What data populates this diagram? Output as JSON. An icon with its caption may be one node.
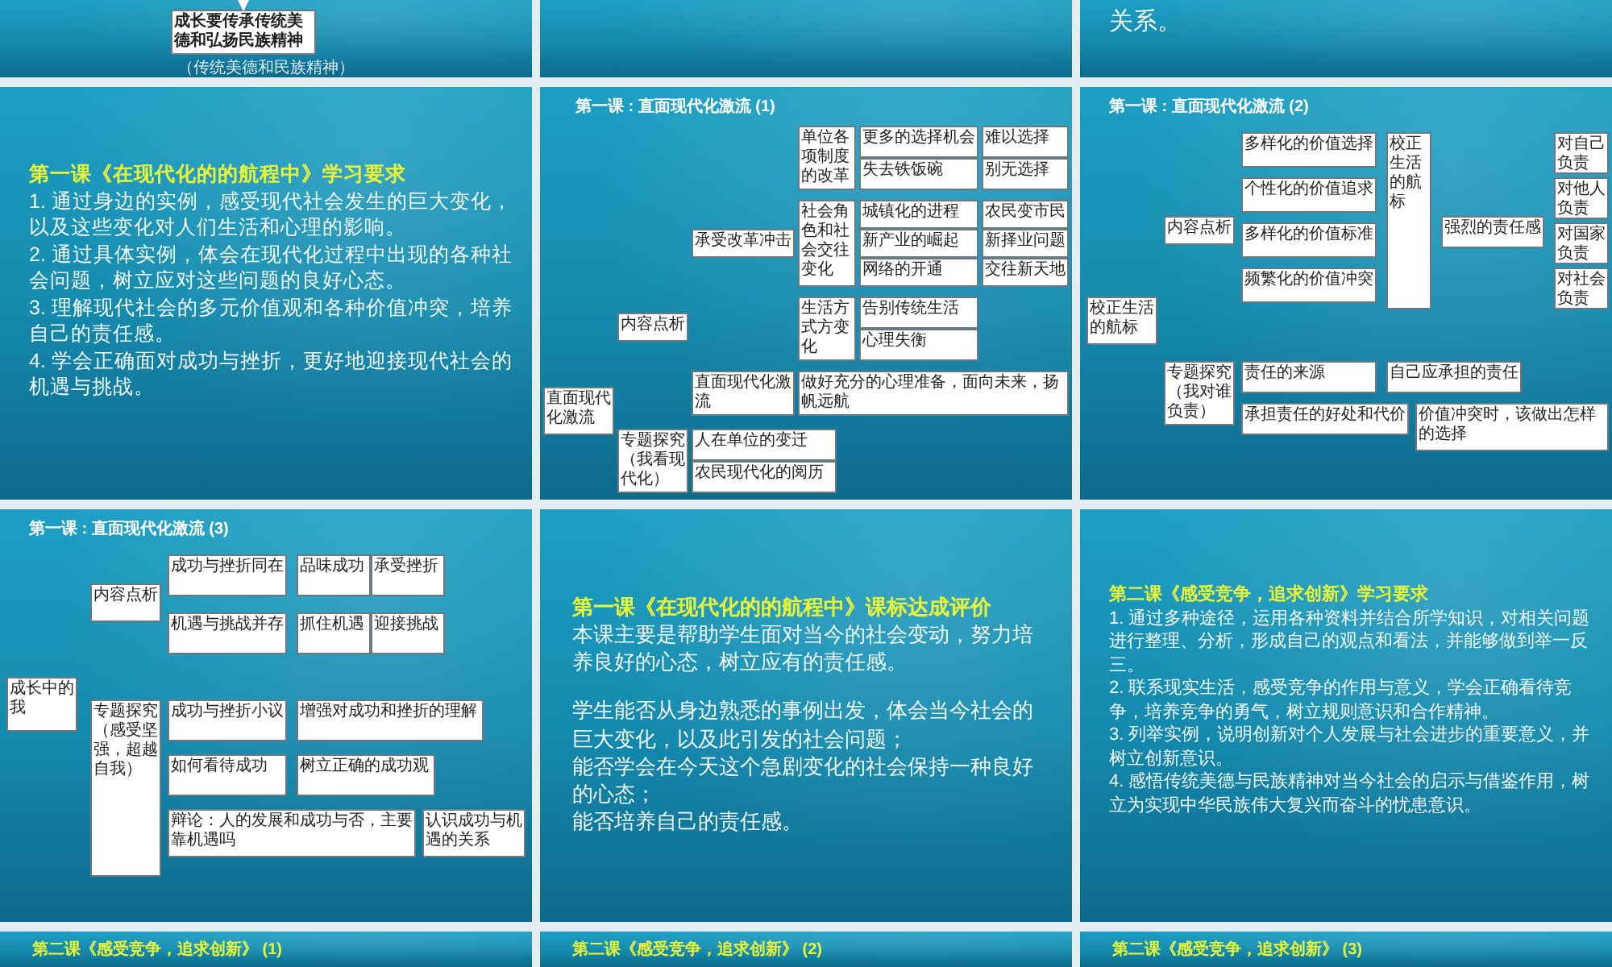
{
  "diagram": {
    "nodes": [
      {
        "text": [],
        "shape": "box"
      },
      {
        "text": [
          "成长要传承传统美德和弘扬民族精神"
        ],
        "in": 0,
        "beside": [
          "（传统美德和民族精神）"
        ]
      },
      {
        "text": [],
        "shape": "box"
      },
      {
        "text": [
          "关系。"
        ]
      },
      {
        "text": [
          "第一课《在现代化的的航程中》学习要求",
          "1. 通过身边的实例，感受现代社会发生的巨大变化，以及这些变化对人们生活和心理的影响。",
          "2. 通过具体实例，体会在现代化过程中出现的各种社会问题，树立应对这些问题的良好心态。",
          "3. 理解现代社会的多元价值观和各种价值冲突，培养自己的责任感。",
          "4. 学会正确面对成功与挫折，更好地迎接现代社会的机遇与挑战。"
        ]
      },
      {
        "text": [
          "第一课 : 直面现代化激流 (1)"
        ]
      },
      {
        "text": [
          "单位各项制度的改革"
        ],
        "in": 5
      },
      {
        "text": [
          "更多的选择机会"
        ],
        "in": 5
      },
      {
        "text": [
          "难以选择"
        ],
        "in": 5
      },
      {
        "text": [
          "失去铁饭碗"
        ],
        "in": 5
      },
      {
        "text": [
          "别无选择"
        ],
        "in": 5
      },
      {
        "text": [
          "社会角色和社会交往变化"
        ],
        "in": 5
      },
      {
        "text": [
          "城镇化的进程"
        ],
        "in": 5
      },
      {
        "text": [
          "农民变市民"
        ],
        "in": 5
      },
      {
        "text": [
          "承受改革冲击"
        ],
        "in": 5
      },
      {
        "text": [
          "新产业的崛起"
        ],
        "in": 5
      },
      {
        "text": [
          "新择业问题"
        ],
        "in": 5
      },
      {
        "text": [
          "网络的开通"
        ],
        "in": 5
      },
      {
        "text": [
          "交往新天地"
        ],
        "in": 5
      },
      {
        "text": [
          "内容点析"
        ],
        "in": 5
      },
      {
        "text": [
          "生活方式方变化"
        ],
        "in": 5
      },
      {
        "text": [
          "告别传统生活"
        ],
        "in": 5
      },
      {
        "text": [
          "心理失衡"
        ],
        "in": 5
      },
      {
        "text": [
          "直面现代化激流"
        ],
        "in": 5
      },
      {
        "text": [
          "做好充分的心理准备，面向未来，扬帆远航"
        ],
        "in": 5
      },
      {
        "text": [
          "直面现代化激流"
        ],
        "in": 5
      },
      {
        "text": [
          "专题探究（我看现代化）"
        ],
        "in": 5
      },
      {
        "text": [
          "人在单位的变迁"
        ],
        "in": 5
      },
      {
        "text": [
          "农民现代化的阅历"
        ],
        "in": 5
      },
      {
        "text": [
          "第一课 : 直面现代化激流 (2)"
        ]
      },
      {
        "text": [
          "多样化的价值选择"
        ],
        "in": 29
      },
      {
        "text": [
          "校正生活的航标"
        ],
        "in": 29
      },
      {
        "text": [
          "对自己负责"
        ],
        "in": 29
      },
      {
        "text": [
          "个性化的价值追求"
        ],
        "in": 29
      },
      {
        "text": [
          "对他人负责"
        ],
        "in": 29
      },
      {
        "text": [
          "内容点析"
        ],
        "in": 29
      },
      {
        "text": [
          "强烈的责任感"
        ],
        "in": 29
      },
      {
        "text": [
          "多样化的价值标准"
        ],
        "in": 29
      },
      {
        "text": [
          "对国家负责"
        ],
        "in": 29
      },
      {
        "text": [
          "频繁化的价值冲突"
        ],
        "in": 29
      },
      {
        "text": [
          "对社会负责"
        ],
        "in": 29
      },
      {
        "text": [
          "校正生活的航标"
        ],
        "in": 29
      },
      {
        "text": [
          "责任的来源"
        ],
        "in": 29
      },
      {
        "text": [
          "自己应承担的责任"
        ],
        "in": 29
      },
      {
        "text": [
          "专题探究（我对谁负责）"
        ],
        "in": 29
      },
      {
        "text": [
          "承担责任的好处和代价"
        ],
        "in": 29
      },
      {
        "text": [
          "价值冲突时，该做出怎样的选择"
        ],
        "in": 29
      },
      {
        "text": [
          "第一课 : 直面现代化激流 (3)"
        ]
      },
      {
        "text": [
          "成功与挫折同在"
        ],
        "in": 47
      },
      {
        "text": [
          "品味成功"
        ],
        "in": 47
      },
      {
        "text": [
          "承受挫折"
        ],
        "in": 47
      },
      {
        "text": [
          "内容点析"
        ],
        "in": 47
      },
      {
        "text": [
          "机遇与挑战并存"
        ],
        "in": 47
      },
      {
        "text": [
          "抓住机遇"
        ],
        "in": 47
      },
      {
        "text": [
          "迎接挑战"
        ],
        "in": 47
      },
      {
        "text": [
          "成长中的我"
        ],
        "in": 47
      },
      {
        "text": [
          "专题探究（感受坚强，超越自我）"
        ],
        "in": 47
      },
      {
        "text": [
          "成功与挫折小议"
        ],
        "in": 47
      },
      {
        "text": [
          "增强对成功和挫折的理解"
        ],
        "in": 47
      },
      {
        "text": [
          "如何看待成功"
        ],
        "in": 47
      },
      {
        "text": [
          "树立正确的成功观"
        ],
        "in": 47
      },
      {
        "text": [
          "辩论：人的发展和成功与否，主要靠机遇吗"
        ],
        "in": 47
      },
      {
        "text": [
          "认识成功与机遇的关系"
        ],
        "in": 47
      },
      {
        "text": [
          "第一课《在现代化的的航程中》课标达成评价",
          "本课主要是帮助学生面对当今的社会变动，努力培养良好的心态，树立应有的责任感。",
          "学生能否从身边熟悉的事例出发，体会当今社会的巨大变化，以及此引发的社会问题；",
          "能否学会在今天这个急剧变化的社会保持一种良好的心态；",
          "能否培养自己的责任感。"
        ]
      },
      {
        "text": [
          "第二课《感受竞争，追求创新》学习要求",
          "1. 通过多种途径，运用各种资料并结合所学知识，对相关问题进行整理、分析，形成自己的观点和看法，并能够做到举一反三。",
          "2. 联系现实生活，感受竞争的作用与意义，学会正确看待竞争，培养竞争的勇气，树立规则意识和合作精神。",
          "3. 列举实例，说明创新对个人发展与社会进步的重要意义，并树立创新意识。",
          "4. 感悟传统美德与民族精神对当今社会的启示与借鉴作用，树立为实现中华民族伟大复兴而奋斗的忧患意识。"
        ]
      },
      {
        "text": [
          "第二课《感受竞争，追求创新》 (1)"
        ]
      },
      {
        "text": [
          "第二课《感受竞争，追求创新》 (2)"
        ]
      },
      {
        "text": [
          "第二课《感受竞争，追求创新》 (3)"
        ]
      }
    ],
    "edges": [
      {
        "from": null,
        "to": 1,
        "arrow": "to"
      }
    ]
  }
}
